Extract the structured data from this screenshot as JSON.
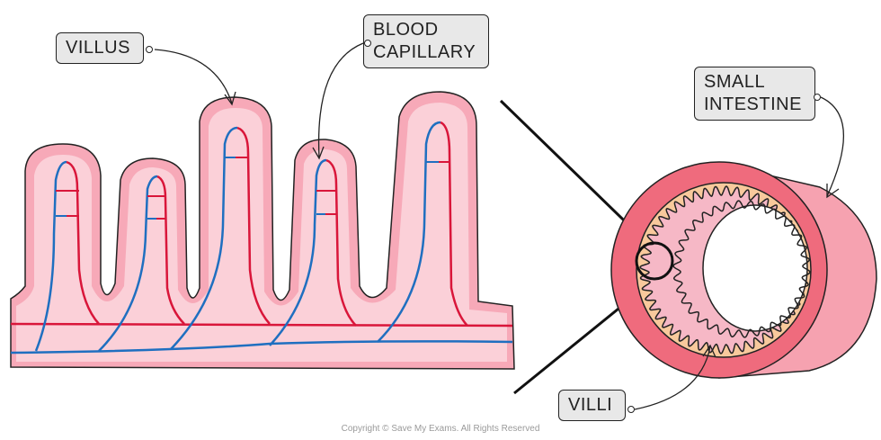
{
  "title": "Villi in the small intestine",
  "labels": {
    "villus": "VILLUS",
    "blood_capillary_line1": "BLOOD",
    "blood_capillary_line2": "CAPILLARY",
    "small_intestine_line1": "SMALL",
    "small_intestine_line2": "INTESTINE",
    "villi": "VILLI"
  },
  "copyright": "Copyright © Save My Exams. All Rights Reserved",
  "colors": {
    "tissue_outer": "#f7a9b8",
    "tissue_inner": "#fbd0d8",
    "artery": "#d9163a",
    "vein": "#1f6fc0",
    "intestine_wall": "#ef6b7d",
    "intestine_side": "#f6a2b0",
    "muscle_ring": "#f8c99c",
    "tag_fill": "#e8e8e8"
  }
}
